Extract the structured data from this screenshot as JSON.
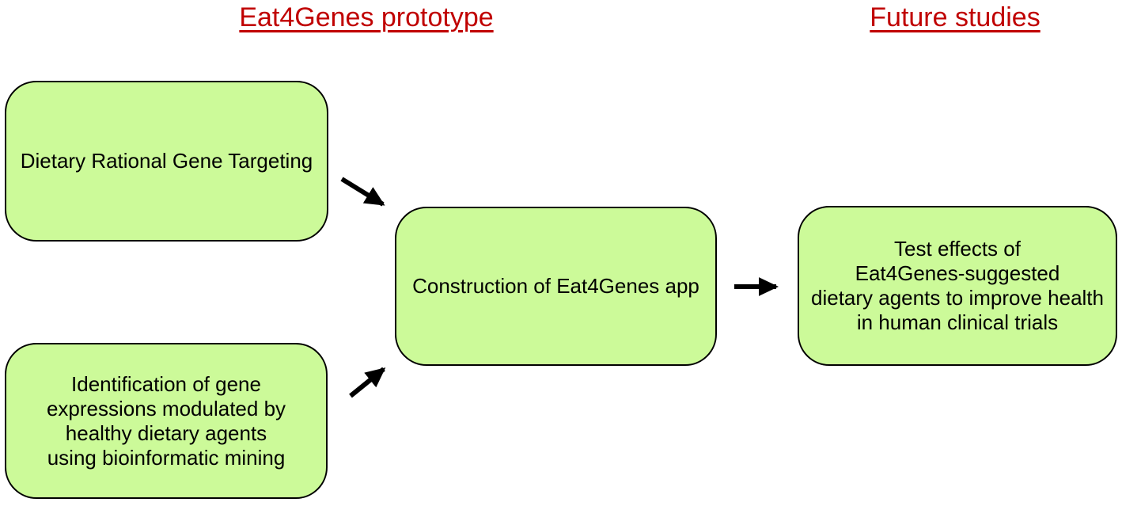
{
  "titles": {
    "prototype": "Eat4Genes prototype",
    "future": "Future studies"
  },
  "boxes": {
    "dietary": {
      "text": "Dietary Rational Gene Targeting"
    },
    "identification": {
      "lines": [
        "Identification of gene",
        "expressions modulated by",
        "healthy dietary agents",
        "using bioinformatic mining"
      ]
    },
    "construction": {
      "text": "Construction of Eat4Genes app"
    },
    "test": {
      "lines": [
        "Test effects of",
        "Eat4Genes-suggested",
        "dietary agents to improve health",
        "in human clinical trials"
      ]
    }
  },
  "icons": {
    "arrow_dietary_to_construction": "diagonal-down-right-arrow",
    "arrow_identification_to_construction": "diagonal-up-right-arrow",
    "arrow_construction_to_test": "right-arrow"
  },
  "colors": {
    "background": "#ffffff",
    "box_fill": "#ccfa99",
    "box_border": "#000000",
    "title_red": "#c00000",
    "arrow_black": "#000000",
    "text": "#000000"
  }
}
